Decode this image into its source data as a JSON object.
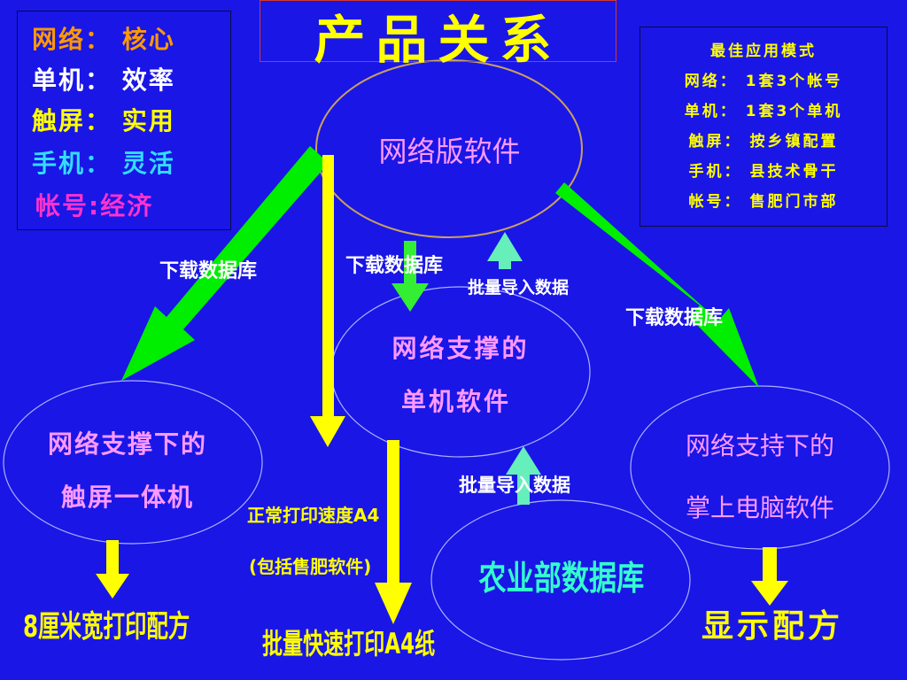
{
  "title": "产品关系",
  "left_box": {
    "lines": [
      {
        "text": "网络： 核心",
        "color": "#ff9900"
      },
      {
        "text": "单机： 效率",
        "color": "#ffffff"
      },
      {
        "text": "触屏： 实用",
        "color": "#ffff00"
      },
      {
        "text": "手机： 灵活",
        "color": "#33ddff"
      },
      {
        "text": "帐号:经济",
        "color": "#ff33cc"
      }
    ]
  },
  "right_box": {
    "lines": [
      "最佳应用模式",
      "网络： 1套3个帐号",
      "单机： 1套3个单机",
      "触屏： 按乡镇配置",
      "手机： 县技术骨干",
      "帐号： 售肥门市部"
    ]
  },
  "nodes": {
    "network_software": "网络版软件",
    "standalone": [
      "网络支撑的",
      "单机软件"
    ],
    "touchscreen": [
      "网络支撑下的",
      "触屏一体机"
    ],
    "handheld": [
      "网络支持下的",
      "掌上电脑软件"
    ],
    "agri_db": "农业部数据库"
  },
  "labels": {
    "download_left": "下载数据库",
    "download_mid": "下载数据库",
    "download_right": "下载数据库",
    "batch_import_top": "批量导入数据",
    "batch_import_bottom": "批量导入数据",
    "normal_print_1": "正常打印速度A4",
    "normal_print_2": "(包括售肥软件)",
    "fast_print": "批量快速打印A4纸",
    "print_8cm": "8厘米宽打印配方",
    "show_formula": "显示配方"
  },
  "colors": {
    "background": "#1a16e6",
    "green_arrow": "#00ee00",
    "yellow_arrow": "#ffff00",
    "mint_arrow": "#66eebb",
    "node_text_pink": "#ff99ff",
    "node_text_cyan": "#33ffcc"
  }
}
